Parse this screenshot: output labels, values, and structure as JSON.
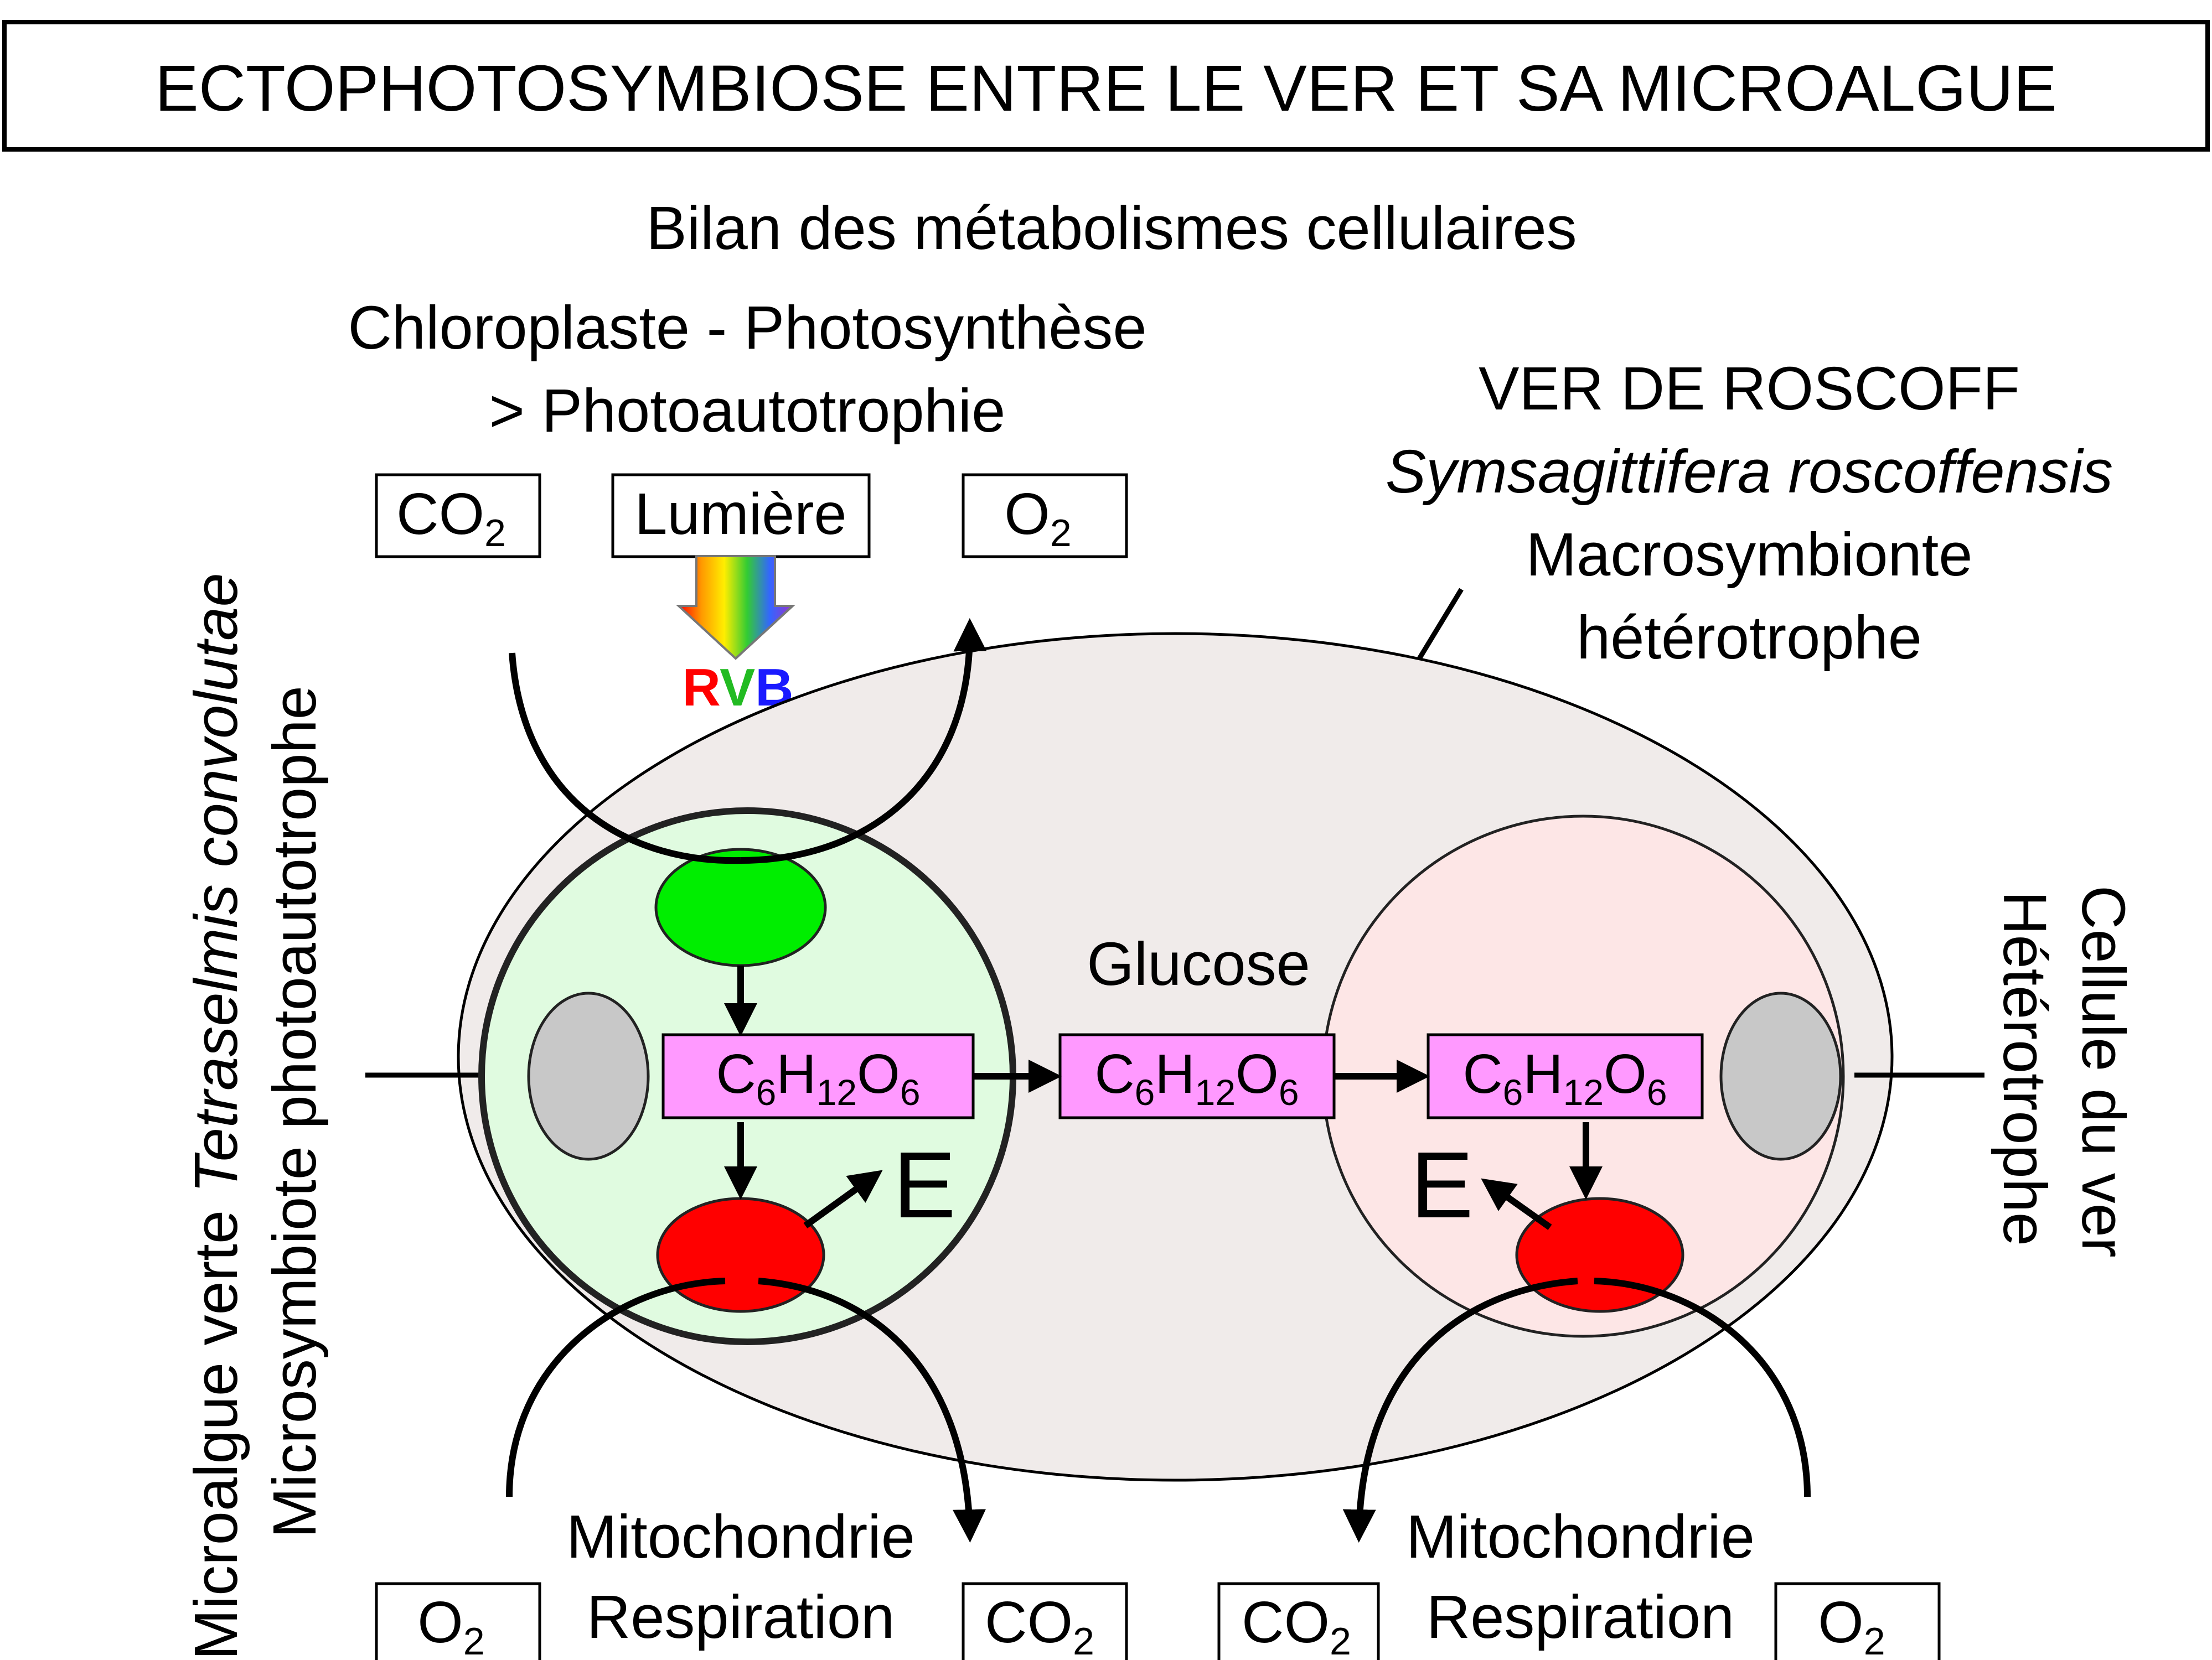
{
  "title": "ECTOPHOTOSYMBIOSE ENTRE LE VER ET SA MICROALGUE",
  "subtitle": "Bilan des métabolismes cellulaires",
  "chloroplast": {
    "line1": "Chloroplaste - Photosynthèse",
    "line2": "> Photoautotrophie",
    "input_co2": "CO",
    "input_light": "Lumière",
    "output_o2": "O",
    "light_r": "R",
    "light_v": "V",
    "light_b": "B"
  },
  "worm": {
    "name": "VER DE ROSCOFF",
    "species": "Symsagittifera roscoffensis",
    "role_line1": "Macrosymbionte",
    "role_line2": "hétérotrophe"
  },
  "microalga": {
    "line1_prefix": "Microalgue verte ",
    "line1_species": "Tetraselmis convolutae",
    "line2": "Microsymbiote photoautotrophe"
  },
  "worm_cell": {
    "line1": "Cellule du ver",
    "line2": "Hétérotrophe"
  },
  "glucose": {
    "label": "Glucose",
    "formula_c": "C",
    "formula_6a": "6",
    "formula_h": "H",
    "formula_12": "12",
    "formula_o": "O",
    "formula_6b": "6"
  },
  "energy": "E",
  "sub2": "2",
  "mito_left": {
    "line1": "Mitochondrie",
    "line2": "Respiration",
    "input_o2": "O",
    "output_co2": "CO"
  },
  "mito_right": {
    "line1": "Mitochondrie",
    "line2": "Respiration",
    "output_co2": "CO",
    "input_o2": "O"
  },
  "colors": {
    "worm_body": "#f0ebea",
    "alga_cell": "#e0fbe0",
    "worm_cell": "#fde6e6",
    "chloroplast": "#00ee00",
    "mitochondria": "#ff0000",
    "nucleus": "#c8c8c8",
    "glucose_box": "#ff99ff"
  }
}
